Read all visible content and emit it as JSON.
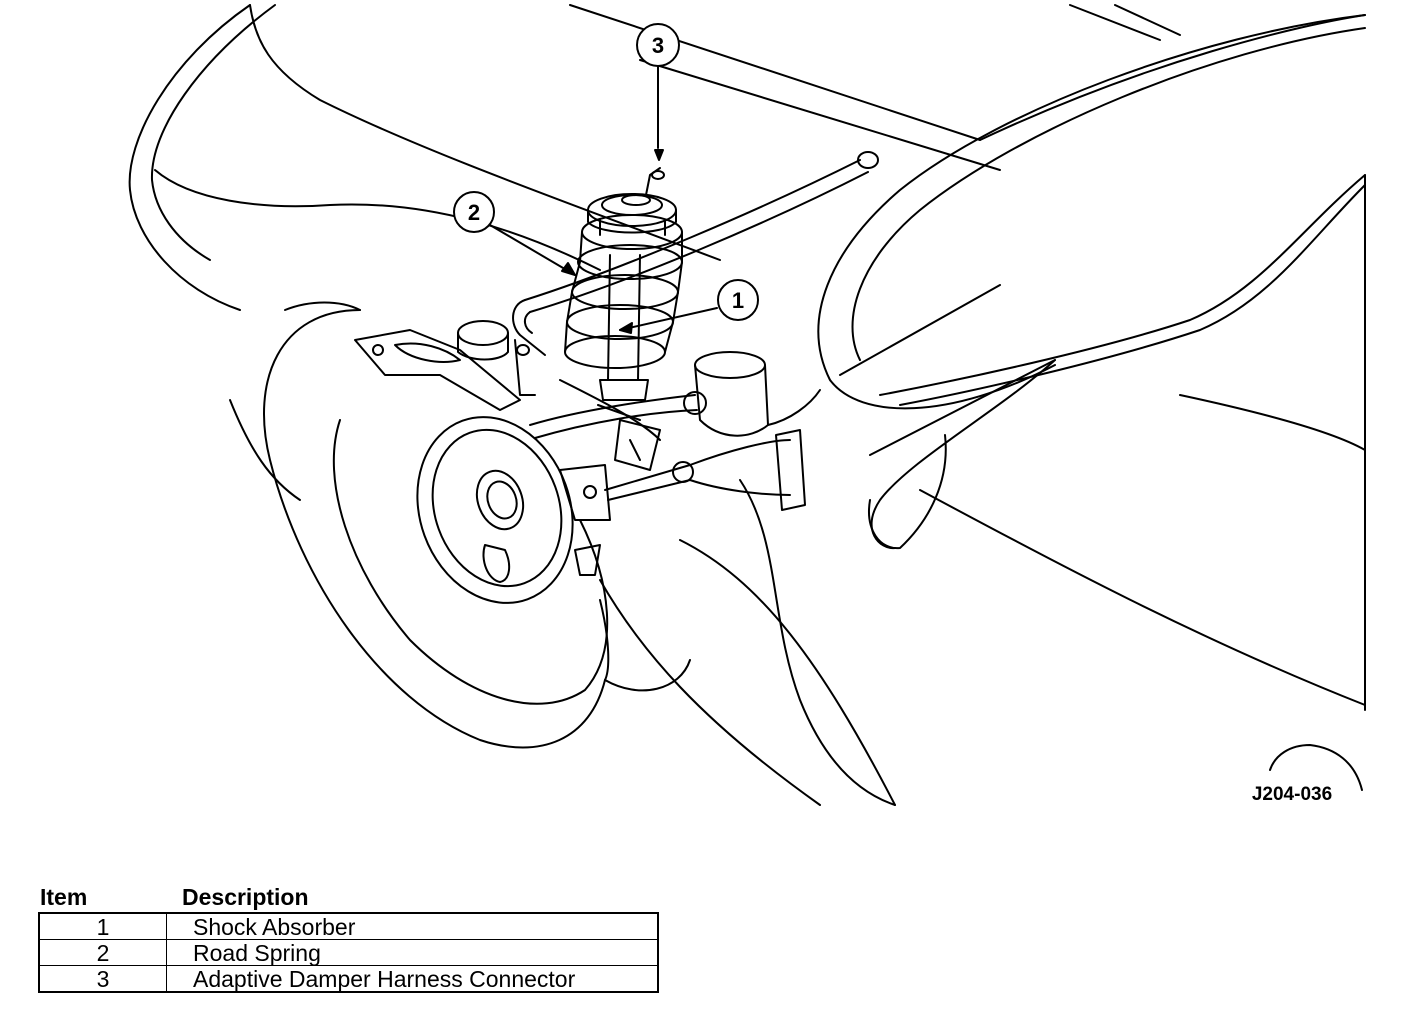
{
  "diagram": {
    "callouts": [
      {
        "number": "1",
        "target": "Shock Absorber"
      },
      {
        "number": "2",
        "target": "Road Spring"
      },
      {
        "number": "3",
        "target": "Adaptive Damper Harness Connector"
      }
    ],
    "figure_id": "J204-036"
  },
  "legend": {
    "headers": {
      "item": "Item",
      "description": "Description"
    },
    "rows": [
      {
        "item": "1",
        "description": "Shock Absorber"
      },
      {
        "item": "2",
        "description": "Road Spring"
      },
      {
        "item": "3",
        "description": "Adaptive Damper Harness Connector"
      }
    ]
  }
}
